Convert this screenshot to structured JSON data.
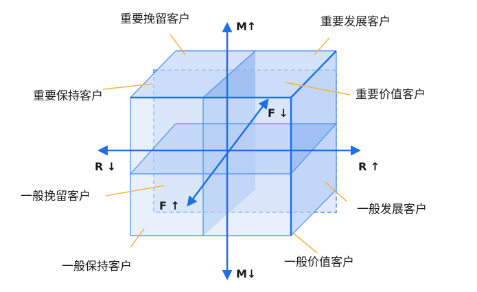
{
  "segments": {
    "important_retain": "重要挽留客户",
    "important_develop": "重要发展客户",
    "important_keep": "重要保持客户",
    "important_value": "重要价值客户",
    "general_retain": "一般挽留客户",
    "general_develop": "一般发展客户",
    "general_keep": "一般保持客户",
    "general_value": "一般价值客户"
  },
  "axes": {
    "m_up": "M",
    "m_up_arrow": "↑",
    "m_down": "M",
    "m_down_arrow": "↓",
    "r_down": "R",
    "r_down_arrow": "↓",
    "r_up": "R",
    "r_up_arrow": "↑",
    "f_down": "F",
    "f_down_arrow": "↓",
    "f_up": "F",
    "f_up_arrow": "↑"
  },
  "colors": {
    "axis": "#1e6fe8",
    "face": "#a9c6f5",
    "leader": "#f2b34c"
  }
}
